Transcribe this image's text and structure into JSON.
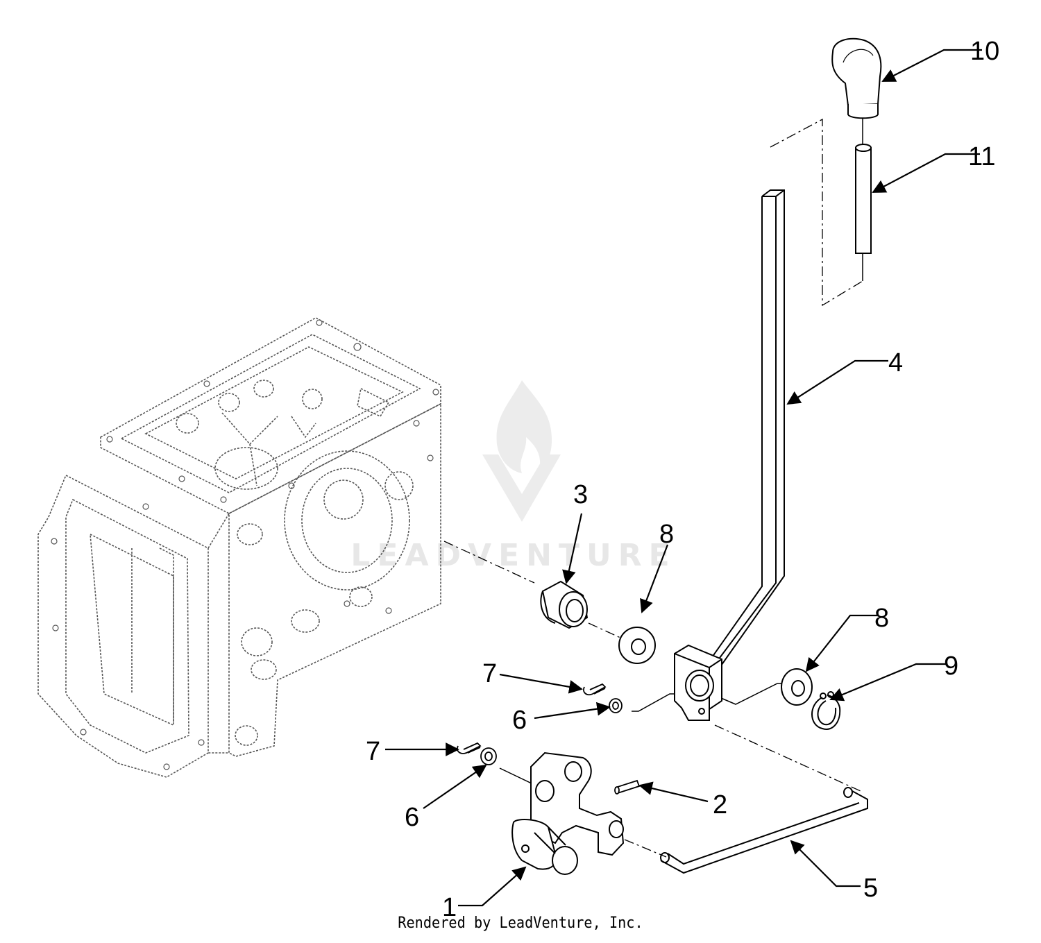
{
  "callouts": [
    {
      "id": "c1",
      "label": "1"
    },
    {
      "id": "c2",
      "label": "2"
    },
    {
      "id": "c3",
      "label": "3"
    },
    {
      "id": "c4",
      "label": "4"
    },
    {
      "id": "c5",
      "label": "5"
    },
    {
      "id": "c6a",
      "label": "6"
    },
    {
      "id": "c6b",
      "label": "6"
    },
    {
      "id": "c7a",
      "label": "7"
    },
    {
      "id": "c7b",
      "label": "7"
    },
    {
      "id": "c8a",
      "label": "8"
    },
    {
      "id": "c8b",
      "label": "8"
    },
    {
      "id": "c9",
      "label": "9"
    },
    {
      "id": "c10",
      "label": "10"
    },
    {
      "id": "c11",
      "label": "11"
    }
  ],
  "watermark": {
    "text": "LEADVENTURE"
  },
  "footer": {
    "text": "Rendered by LeadVenture, Inc."
  }
}
